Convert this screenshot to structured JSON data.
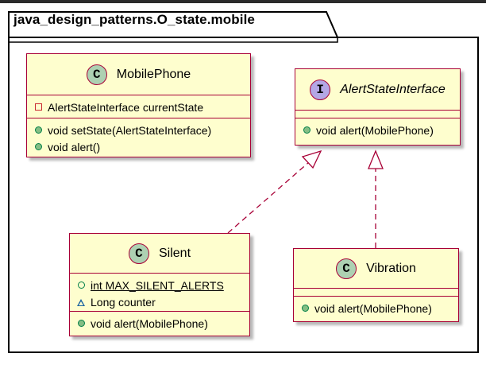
{
  "package": {
    "name": "java_design_patterns.O_state.mobile"
  },
  "colors": {
    "class_fill": "#fefece",
    "border": "#a80036",
    "class_stereo": "#add1b2",
    "interface_stereo": "#b4a7e5"
  },
  "classes": [
    {
      "id": "mobilephone",
      "stereotype": "C",
      "name": "MobilePhone",
      "fields": [
        {
          "visibility": "private",
          "text": "AlertStateInterface currentState",
          "static": false
        }
      ],
      "methods": [
        {
          "visibility": "public",
          "text": "void setState(AlertStateInterface)"
        },
        {
          "visibility": "public",
          "text": "void alert()"
        }
      ]
    },
    {
      "id": "alertstateinterface",
      "stereotype": "I",
      "name": "AlertStateInterface",
      "abstract": true,
      "fields": [],
      "methods": [
        {
          "visibility": "public",
          "text": "void alert(MobilePhone)"
        }
      ]
    },
    {
      "id": "silent",
      "stereotype": "C",
      "name": "Silent",
      "fields": [
        {
          "visibility": "public-final",
          "text": "int MAX_SILENT_ALERTS",
          "static": true
        },
        {
          "visibility": "package",
          "text": "Long counter",
          "static": false
        }
      ],
      "methods": [
        {
          "visibility": "public",
          "text": "void alert(MobilePhone)"
        }
      ]
    },
    {
      "id": "vibration",
      "stereotype": "C",
      "name": "Vibration",
      "fields": [],
      "methods": [
        {
          "visibility": "public",
          "text": "void alert(MobilePhone)"
        }
      ]
    }
  ],
  "relations": [
    {
      "from": "silent",
      "to": "alertstateinterface",
      "type": "realization"
    },
    {
      "from": "vibration",
      "to": "alertstateinterface",
      "type": "realization"
    }
  ]
}
